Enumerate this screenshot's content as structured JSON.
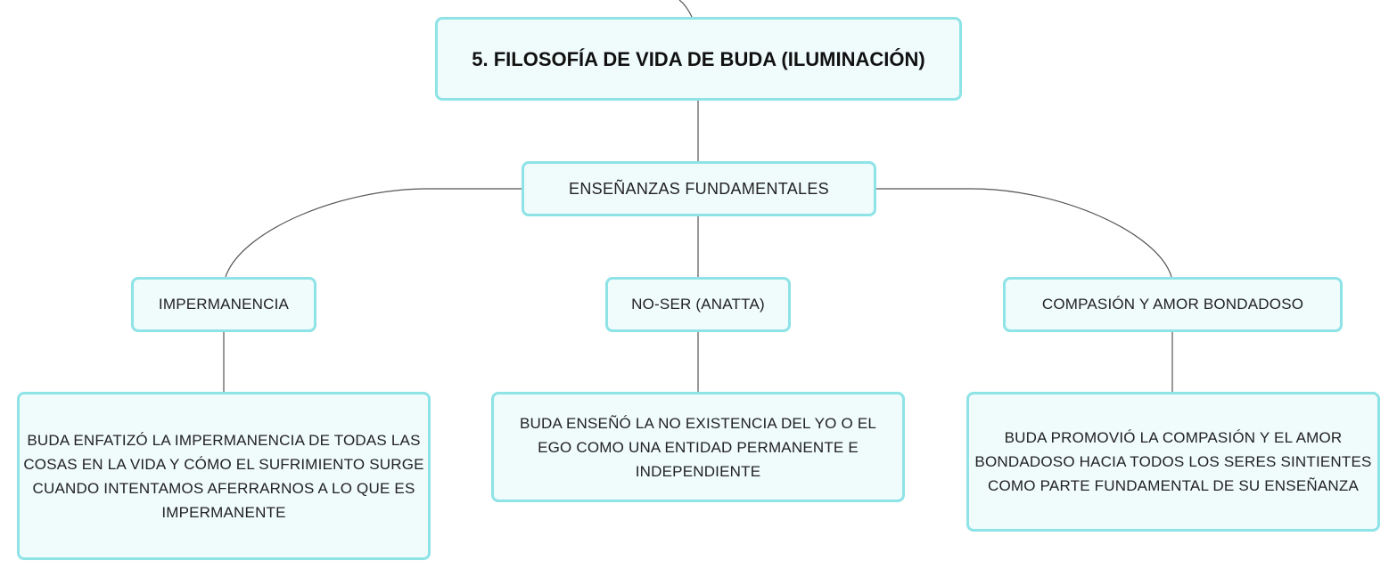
{
  "diagram": {
    "root": {
      "title": "5. FILOSOFÍA DE VIDA DE BUDA (ILUMINACIÓN)"
    },
    "section": {
      "label": "ENSEÑANZAS FUNDAMENTALES"
    },
    "branches": [
      {
        "label": "IMPERMANENCIA",
        "detail": "BUDA ENFATIZÓ LA IMPERMANENCIA DE TODAS LAS COSAS EN LA VIDA Y CÓMO EL SUFRIMIENTO SURGE CUANDO INTENTAMOS AFERRARNOS A LO QUE ES IMPERMANENTE"
      },
      {
        "label": "NO-SER (ANATTA)",
        "detail": "BUDA ENSEÑÓ LA NO EXISTENCIA DEL YO O EL EGO COMO UNA ENTIDAD PERMANENTE E INDEPENDIENTE"
      },
      {
        "label": "COMPASIÓN Y AMOR BONDADOSO",
        "detail": "BUDA PROMOVIÓ LA COMPASIÓN Y EL AMOR BONDADOSO HACIA TODOS LOS SERES SINTIENTES COMO PARTE FUNDAMENTAL DE SU ENSEÑANZA"
      }
    ]
  },
  "colors": {
    "node_fill": "#f0fbfc",
    "node_border": "#8ee3e6",
    "connector": "#555555",
    "text": "#222222"
  }
}
